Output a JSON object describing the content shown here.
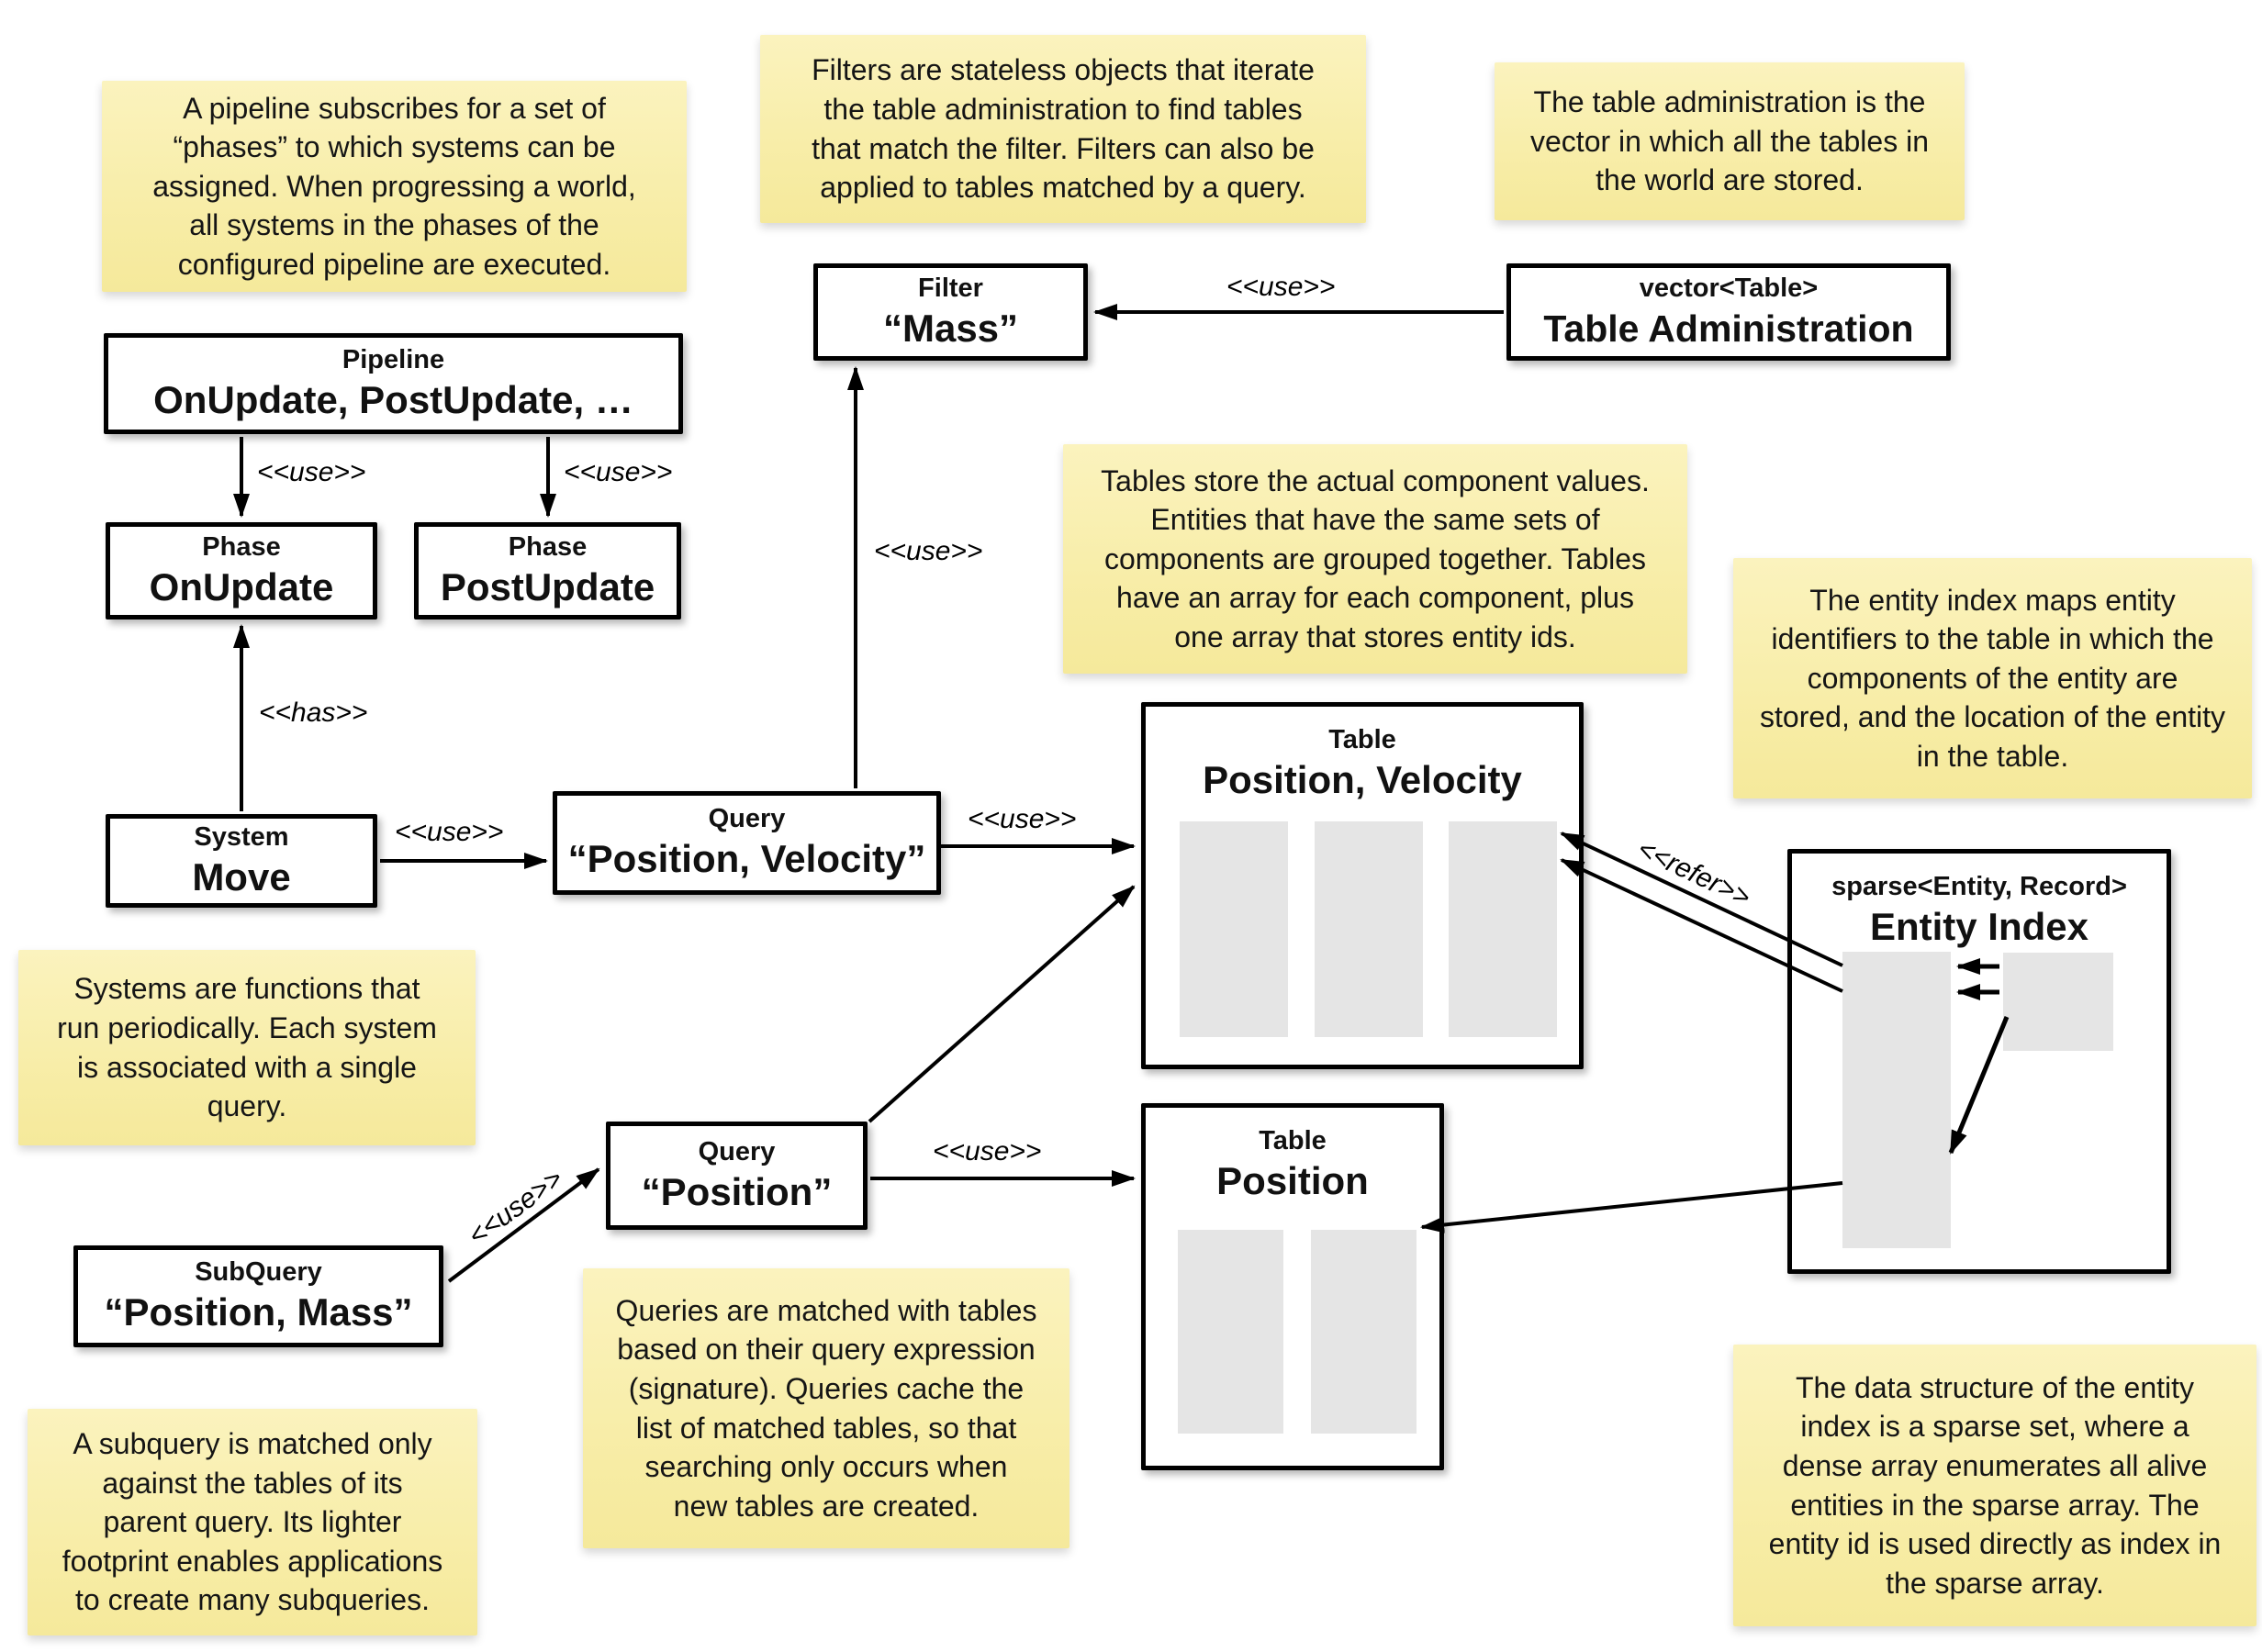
{
  "labels": {
    "use": "<<use>>",
    "has": "<<has>>",
    "refer": "<<refer>>"
  },
  "notes": {
    "pipeline": "A pipeline subscribes for a set of\n“phases” to which systems can be\nassigned. When progressing a world,\nall systems in the phases of the\nconfigured pipeline are executed.",
    "filters": "Filters are stateless objects that iterate\nthe table administration to find tables\nthat match the filter. Filters can also be\napplied to tables matched by a query.",
    "table_admin": "The table administration is the\nvector in which all the tables in\nthe world are stored.",
    "tables": "Tables store the actual component values.\nEntities that have the same sets of\ncomponents are grouped together. Tables\nhave an array for each component, plus\none array that stores entity ids.",
    "entity_index": "The entity index maps entity\nidentifiers to the table in which the\ncomponents of the entity are\nstored, and the location of the entity\nin the table.",
    "systems": "Systems are functions that\nrun periodically. Each system\nis associated with a single\nquery.",
    "queries": "Queries are matched with tables\nbased on their query expression\n(signature). Queries cache the\nlist of matched tables, so that\nsearching only occurs when\nnew tables are created.",
    "subquery": "A subquery is matched only\nagainst the tables of its\nparent query. Its lighter\nfootprint enables applications\nto create many subqueries.",
    "entity_index_data": "The data structure of the entity\nindex is a sparse set, where a\ndense array enumerates all alive\nentities in the sparse array. The\nentity id is used directly as index in\nthe sparse array."
  },
  "nodes": {
    "pipeline": {
      "title": "Pipeline",
      "value": "OnUpdate, PostUpdate, …"
    },
    "phase_onupdate": {
      "title": "Phase",
      "value": "OnUpdate"
    },
    "phase_postupdate": {
      "title": "Phase",
      "value": "PostUpdate"
    },
    "filter": {
      "title": "Filter",
      "value": "“Mass”"
    },
    "table_admin": {
      "title": "vector<Table>",
      "value": "Table Administration"
    },
    "system": {
      "title": "System",
      "value": "Move"
    },
    "query_pv": {
      "title": "Query",
      "value": "“Position, Velocity”"
    },
    "table_pv": {
      "title": "Table",
      "value": "Position, Velocity"
    },
    "entity_index": {
      "title": "sparse<Entity, Record>",
      "value": "Entity Index"
    },
    "query_pos": {
      "title": "Query",
      "value": "“Position”"
    },
    "subquery": {
      "title": "SubQuery",
      "value": "“Position, Mass”"
    },
    "table_pos": {
      "title": "Table",
      "value": "Position"
    }
  }
}
